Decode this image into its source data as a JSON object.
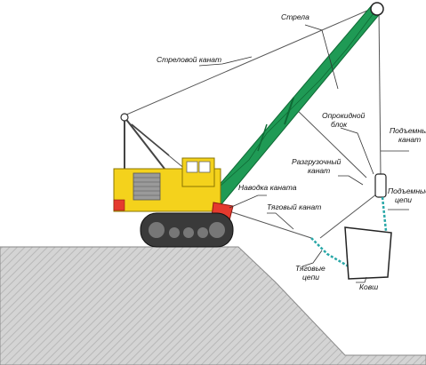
{
  "labels": {
    "boom": "Стрела",
    "boom_rope": "Стреловой канат",
    "tipping_block": [
      "Опрокидной",
      "блок"
    ],
    "hoist_rope": [
      "Подъемный",
      "канат"
    ],
    "dump_rope": [
      "Разгрузочный",
      "канат"
    ],
    "hoist_chains": [
      "Подъемные",
      "цепи"
    ],
    "guide_rope": "Наводка каната",
    "drag_rope": "Тяговый канат",
    "drag_chains": [
      "Тяговые",
      "цепи"
    ],
    "bucket": "Ковш"
  },
  "colors": {
    "cab_yellow": "#f4d21c",
    "boom_green": "#1f9a55",
    "chain_teal": "#2aa8a8",
    "fairlead_red": "#e53a2e",
    "ground_gray": "#c9c9c9",
    "track_dark": "#3a3a3a"
  }
}
